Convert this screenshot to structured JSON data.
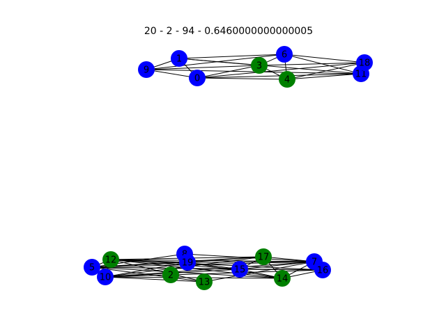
{
  "figure": {
    "title": "20 - 2 - 94 - 0.6460000000000005",
    "colors": {
      "blue": "#0000ff",
      "green": "#008000",
      "edge": "#000000"
    },
    "nodes": [
      {
        "id": "0",
        "color": "blue"
      },
      {
        "id": "1",
        "color": "blue"
      },
      {
        "id": "3",
        "color": "green"
      },
      {
        "id": "4",
        "color": "green"
      },
      {
        "id": "6",
        "color": "blue"
      },
      {
        "id": "9",
        "color": "blue"
      },
      {
        "id": "11",
        "color": "blue"
      },
      {
        "id": "18",
        "color": "blue"
      },
      {
        "id": "2",
        "color": "green"
      },
      {
        "id": "5",
        "color": "blue"
      },
      {
        "id": "7",
        "color": "blue"
      },
      {
        "id": "8",
        "color": "blue"
      },
      {
        "id": "10",
        "color": "blue"
      },
      {
        "id": "12",
        "color": "green"
      },
      {
        "id": "13",
        "color": "green"
      },
      {
        "id": "14",
        "color": "green"
      },
      {
        "id": "15",
        "color": "blue"
      },
      {
        "id": "16",
        "color": "blue"
      },
      {
        "id": "17",
        "color": "green"
      },
      {
        "id": "19",
        "color": "blue"
      }
    ]
  }
}
